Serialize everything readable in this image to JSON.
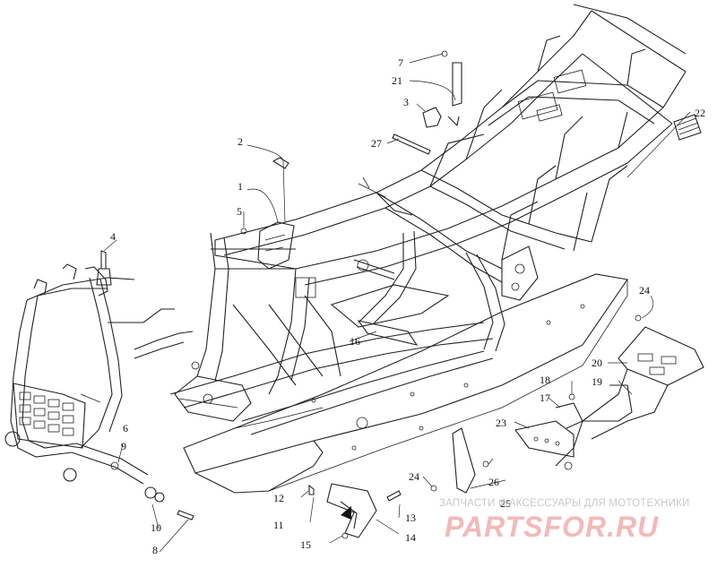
{
  "diagram": {
    "callouts": [
      "1",
      "2",
      "3",
      "4",
      "5",
      "6",
      "7",
      "8",
      "9",
      "10",
      "11",
      "12",
      "13",
      "14",
      "15",
      "16",
      "17",
      "18",
      "19",
      "20",
      "21",
      "22",
      "23",
      "24",
      "24",
      "25",
      "26",
      "27"
    ]
  },
  "watermark": {
    "subtitle": "ЗАПЧАСТИ И АКСЕССУАРЫ ДЛЯ МОТОТЕХНИКИ",
    "brand": "PARTSFOR.RU"
  }
}
